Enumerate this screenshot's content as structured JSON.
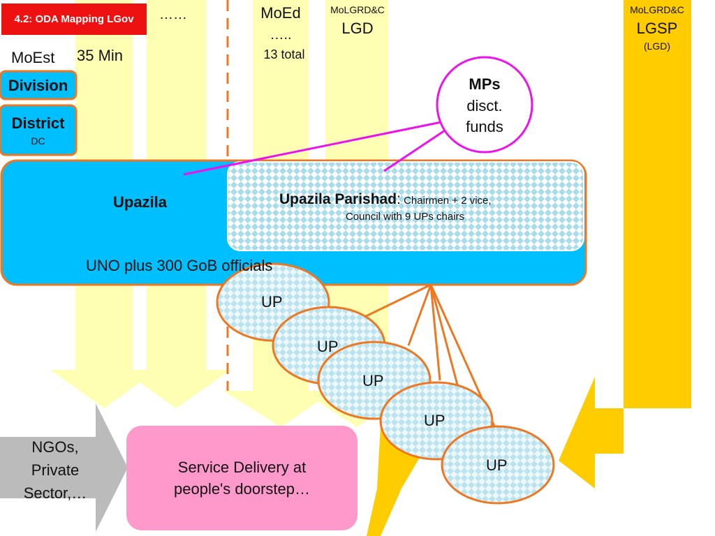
{
  "title_badge": "4.2: ODA Mapping LGov",
  "columns": {
    "ellipsis": "……",
    "moest": "MoEst",
    "min": "35 Min",
    "moed_1": "MoEd",
    "moed_2": "…..",
    "moed_3": "13 total",
    "molgrd_mid_1": "MoLGRD&C",
    "molgrd_mid_2": "LGD",
    "molgrd_right_1": "MoLGRD&C",
    "molgrd_right_2": "LGSP",
    "molgrd_right_3": "(LGD)"
  },
  "levels": {
    "division": "Division",
    "district": "District",
    "district_sub": "DC"
  },
  "upazila": {
    "label": "Upazila",
    "officials": "UNO plus 300 GoB officials",
    "parishad_title": "Upazila Parishad",
    "parishad_colon": ":",
    "parishad_line1": " Chairmen + 2 vice,",
    "parishad_line2": "Council with 9 UPs chairs"
  },
  "mps": {
    "line1": "MPs",
    "line2": "disct.",
    "line3": "funds"
  },
  "unions": [
    "UP",
    "UP",
    "UP",
    "UP",
    "UP"
  ],
  "ngos": {
    "line1": "NGOs,",
    "line2": "Private",
    "line3": "Sector,…"
  },
  "service": {
    "line1": "Service Delivery at",
    "line2": "people's doorstep…"
  },
  "colors": {
    "light_yellow": "#ffffb3",
    "gold": "#ffcc00",
    "cyan": "#00bfff",
    "orange": "#ee7722",
    "magenta": "#ee11ee",
    "pink": "#ff99cc",
    "gray": "#bbbbbb",
    "red": "#ee1111"
  }
}
